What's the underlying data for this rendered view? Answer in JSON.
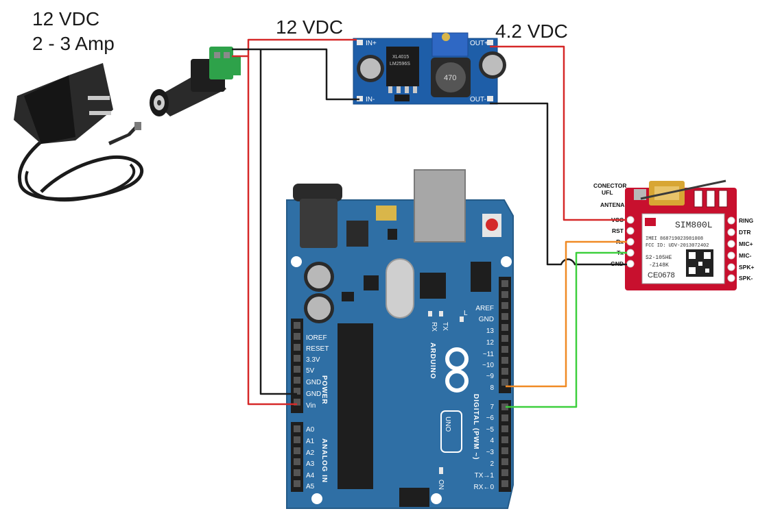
{
  "labels": {
    "supply_voltage": "12 VDC",
    "supply_current": "2 - 3 Amp",
    "buck_input": "12 VDC",
    "buck_output": "4.2 VDC"
  },
  "buck": {
    "chip_line1": "XL4015",
    "chip_line2": "LM2596S",
    "inductor": "470",
    "in_plus": "IN+",
    "in_minus": "IN-",
    "out_plus": "OUT+",
    "out_minus": "OUT-"
  },
  "sim800l": {
    "title": "SIM800L",
    "imei": "IMEI 868719023981008",
    "fcc": "FCC ID: UDV-2013072402",
    "model1": "S2-105HE",
    "model2": "-Z148K",
    "ce": "CE0678",
    "conector": "CONECTOR",
    "ufl": "UFL",
    "antena": "ANTENA",
    "left_pins": [
      "VCC",
      "RST",
      "Rx",
      "Tx",
      "GND"
    ],
    "right_pins": [
      "RING",
      "DTR",
      "MIC+",
      "MIC-",
      "SPK+",
      "SPK-"
    ]
  },
  "arduino": {
    "brand": "ARDUINO",
    "model": "UNO",
    "power_label": "POWER",
    "analog_label": "ANALOG IN",
    "digital_label": "DIGITAL (PWM ~)",
    "on_label": "ON",
    "led_l": "L",
    "led_tx": "TX",
    "led_rx": "RX",
    "power_pins": [
      "IOREF",
      "RESET",
      "3.3V",
      "5V",
      "GND",
      "GND",
      "Vin"
    ],
    "analog_pins": [
      "A0",
      "A1",
      "A2",
      "A3",
      "A4",
      "A5"
    ],
    "digital_high": [
      "AREF",
      "GND",
      "13",
      "12",
      "~11",
      "~10",
      "~9",
      "8"
    ],
    "digital_low": [
      "7",
      "~6",
      "~5",
      "4",
      "~3",
      "2",
      "TX→1",
      "RX←0"
    ]
  },
  "colors": {
    "wire_red": "#d62828",
    "wire_black": "#1a1a1a",
    "wire_orange": "#f08a24",
    "wire_green": "#3ccf3c",
    "board_blue": "#2f6fa5",
    "buck_blue": "#1e5ea8",
    "sim_red": "#c8102e"
  }
}
